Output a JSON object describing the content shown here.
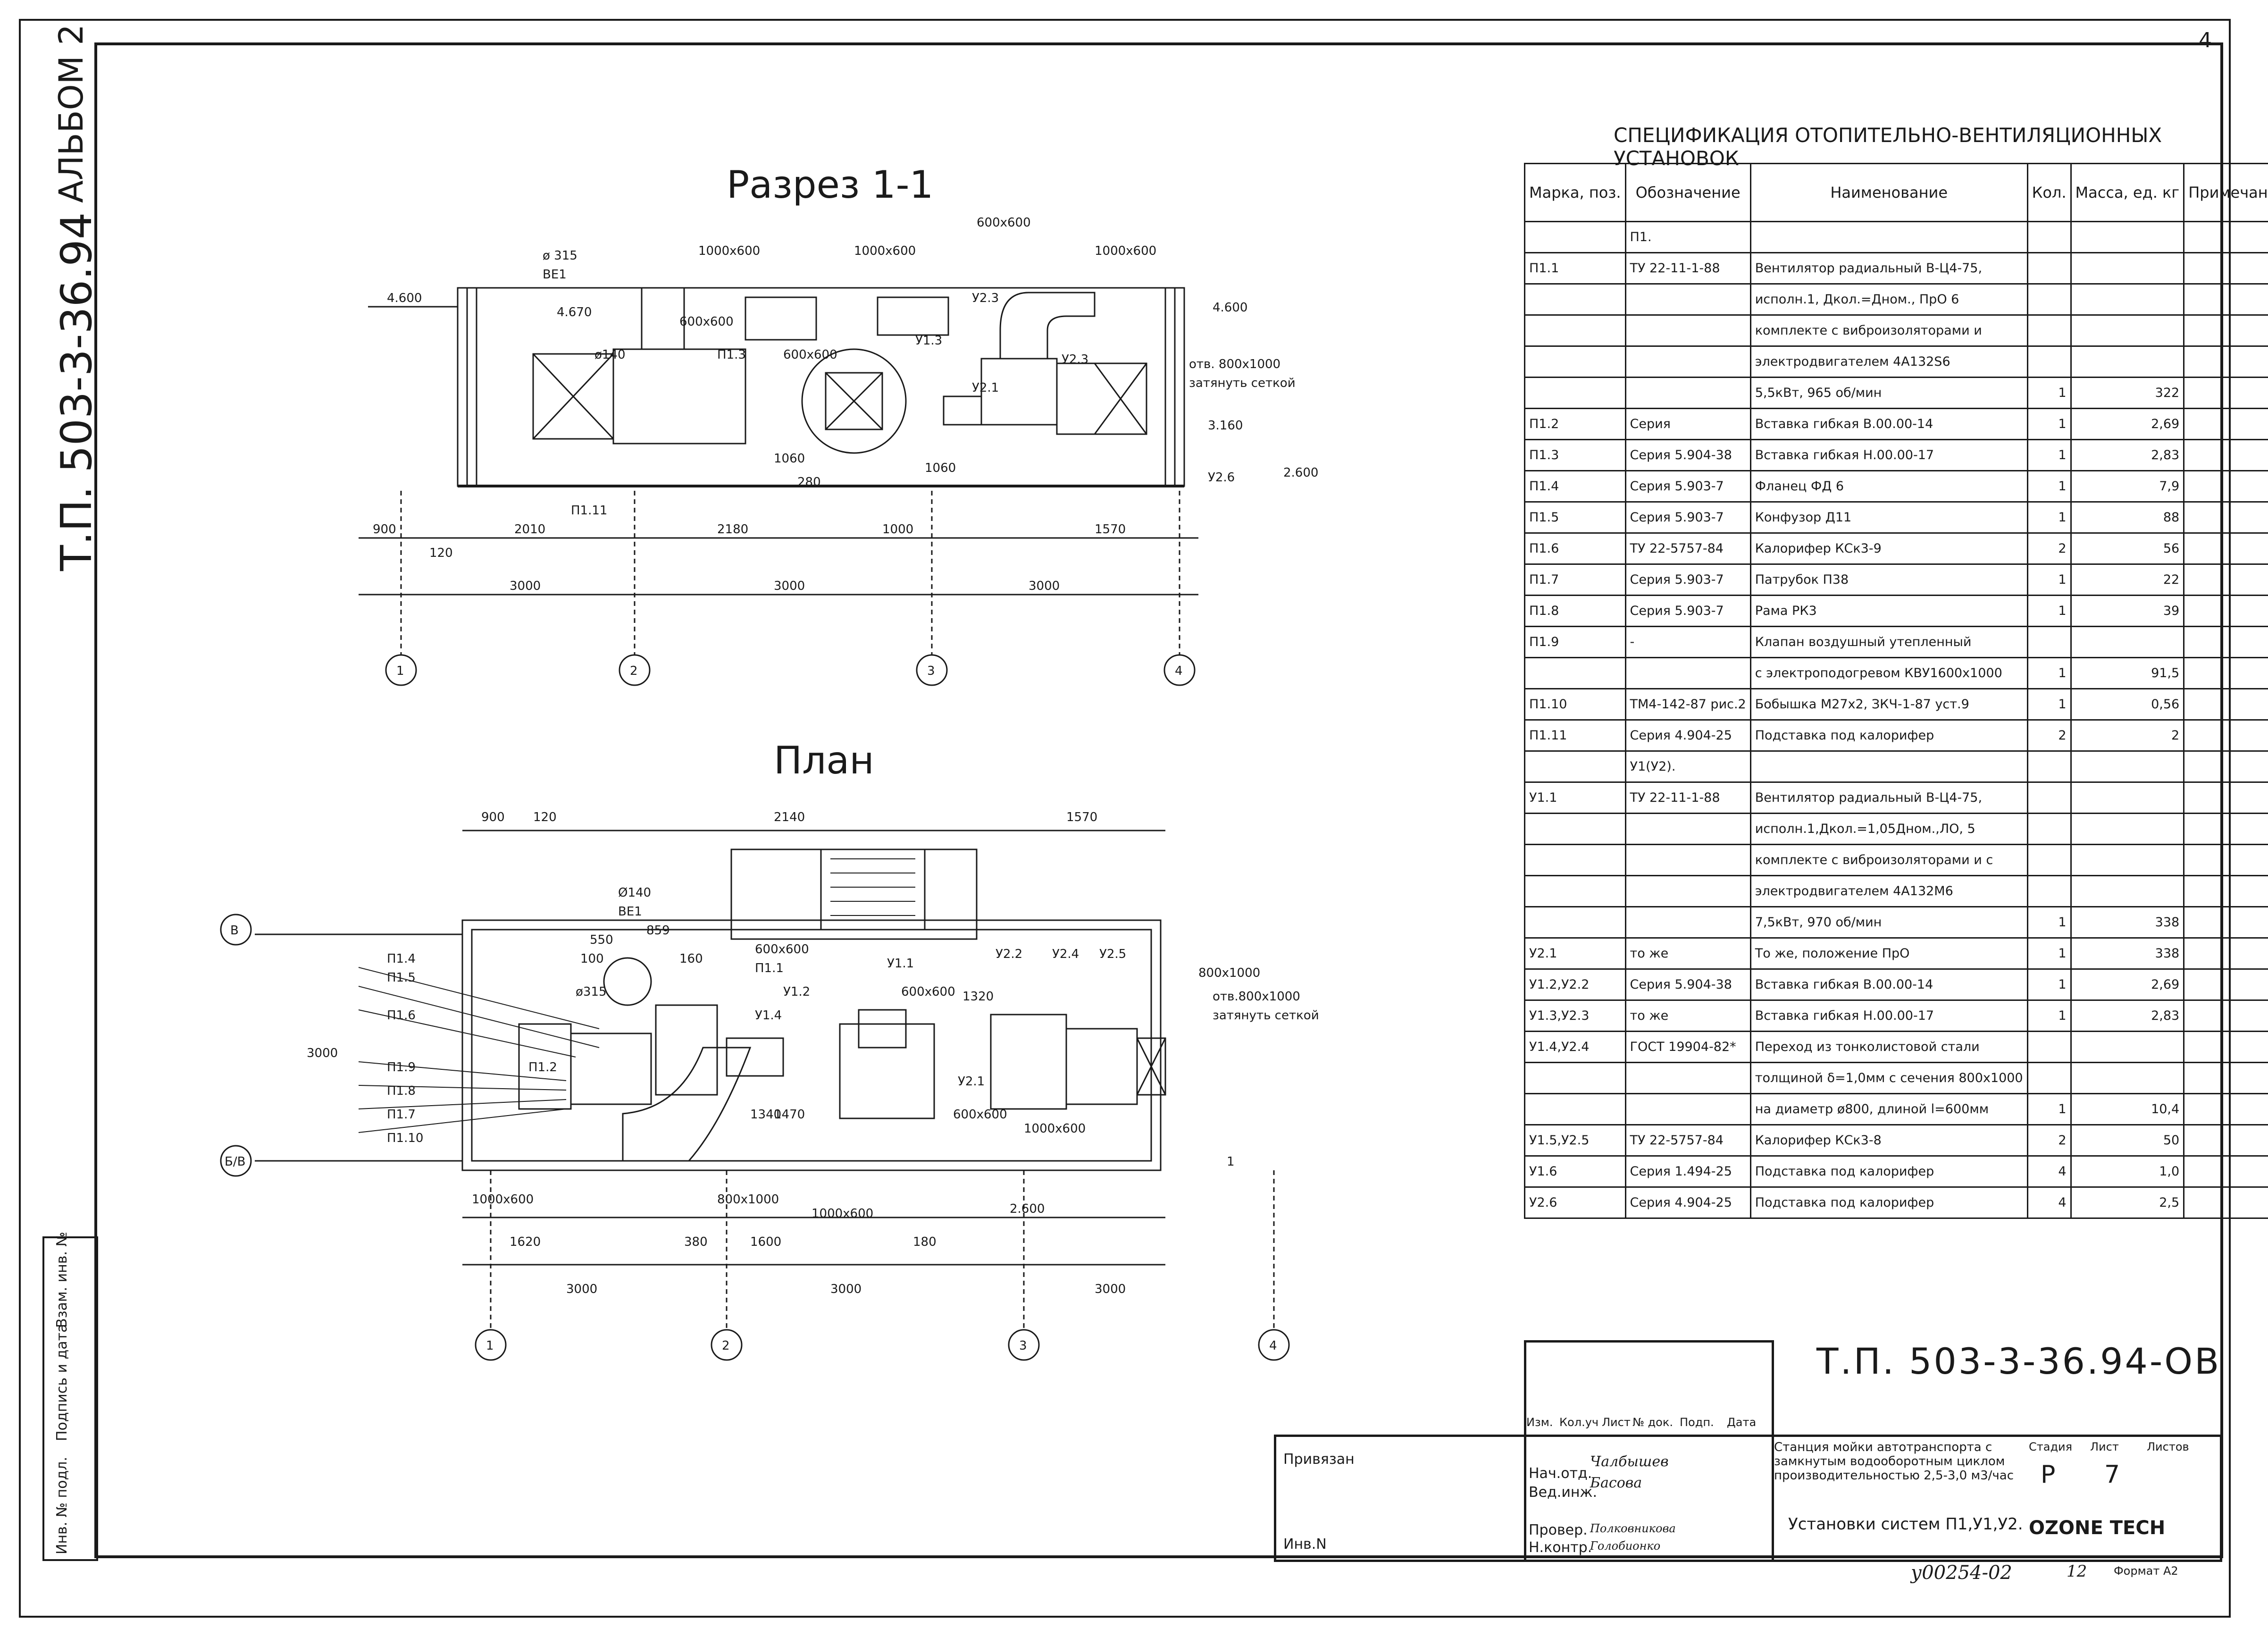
{
  "sheet_corner": "4",
  "album": "АЛЬБОМ 2",
  "side_code": "Т.П. 503-3-36.94",
  "side_box": [
    "Инв. № подл.",
    "Подпись и дата",
    "Взам. инв. №"
  ],
  "section": {
    "title": "Разрез 1-1",
    "labels": [
      "ø 315",
      "ВЕ1",
      "1000х600",
      "600х600",
      "1000х600",
      "1000х600",
      "4.670",
      "4.600",
      "600х600",
      "ø140",
      "П1.3",
      "600х600",
      "У1.3",
      "У2.3",
      "У2.3",
      "4.600",
      "отв. 800х1000",
      "затянуть сеткой",
      "У2.1",
      "3.160",
      "У2.6",
      "2.600",
      "П1.11",
      "1060",
      "1060",
      "280"
    ],
    "dims_top": [
      "900",
      "120",
      "2010",
      "2180",
      "1000",
      "1570"
    ],
    "dims_bottom": [
      "3000",
      "3000",
      "3000"
    ],
    "axes": [
      "1",
      "2",
      "3",
      "4"
    ]
  },
  "plan": {
    "title": "План",
    "labels": [
      "900",
      "120",
      "2140",
      "1570",
      "Ø140",
      "ВЕ1",
      "859",
      "П1.4",
      "П1.5",
      "П1.6",
      "П1.9",
      "П1.8",
      "П1.7",
      "П1.10",
      "ø315",
      "600х600",
      "П1.1",
      "У1.2",
      "У1.4",
      "У1.1",
      "600х600",
      "1320",
      "У2.2",
      "У2.4",
      "У2.5",
      "800х1000",
      "отв.800х1000",
      "затянуть сеткой",
      "П1.2",
      "1340",
      "1470",
      "У2.1",
      "600х600",
      "1000х600",
      "1000х600",
      "800х1000",
      "1000х600",
      "2.600",
      "3000",
      "550",
      "100",
      "160"
    ],
    "dims_bottom_top": [
      "1620",
      "380",
      "1600",
      "180"
    ],
    "dims_bottom": [
      "3000",
      "3000",
      "3000"
    ],
    "axes": [
      "1",
      "2",
      "3",
      "4"
    ],
    "row_axes": [
      "В",
      "Б/В"
    ],
    "cut_mark": "1"
  },
  "spec": {
    "title": "СПЕЦИФИКАЦИЯ ОТОПИТЕЛЬНО-ВЕНТИЛЯЦИОННЫХ УСТАНОВОК",
    "headers": [
      "Марка, поз.",
      "Обозначение",
      "Наименование",
      "Кол.",
      "Масса, ед. кг",
      "Примечание"
    ],
    "rows": [
      [
        "",
        "П1.",
        "",
        "",
        "",
        ""
      ],
      [
        "П1.1",
        "ТУ 22-11-1-88",
        "Вентилятор радиальный В-Ц4-75,",
        "",
        "",
        ""
      ],
      [
        "",
        "",
        "исполн.1, Дкол.=Дном., ПрО 6",
        "",
        "",
        ""
      ],
      [
        "",
        "",
        "комплекте с виброизоляторами и",
        "",
        "",
        ""
      ],
      [
        "",
        "",
        "электродвигателем 4А132S6",
        "",
        "",
        ""
      ],
      [
        "",
        "",
        "5,5кВт, 965 об/мин",
        "1",
        "322",
        ""
      ],
      [
        "П1.2",
        "Серия",
        "Вставка гибкая В.00.00-14",
        "1",
        "2,69",
        ""
      ],
      [
        "П1.3",
        "Серия 5.904-38",
        "Вставка гибкая Н.00.00-17",
        "1",
        "2,83",
        ""
      ],
      [
        "П1.4",
        "Серия 5.903-7",
        "Фланец ФД 6",
        "1",
        "7,9",
        ""
      ],
      [
        "П1.5",
        "Серия 5.903-7",
        "Конфузор Д11",
        "1",
        "88",
        ""
      ],
      [
        "П1.6",
        "ТУ 22-5757-84",
        "Калорифер КСк3-9",
        "2",
        "56",
        ""
      ],
      [
        "П1.7",
        "Серия 5.903-7",
        "Патрубок П38",
        "1",
        "22",
        ""
      ],
      [
        "П1.8",
        "Серия 5.903-7",
        "Рама РК3",
        "1",
        "39",
        ""
      ],
      [
        "П1.9",
        "-",
        "Клапан воздушный утепленный",
        "",
        "",
        ""
      ],
      [
        "",
        "",
        "с электроподогревом КВУ1600х1000",
        "1",
        "91,5",
        ""
      ],
      [
        "П1.10",
        "ТМ4-142-87 рис.2",
        "Бобышка М27х2, ЗКЧ-1-87 уст.9",
        "1",
        "0,56",
        ""
      ],
      [
        "П1.11",
        "Серия 4.904-25",
        "Подставка под калорифер",
        "2",
        "2",
        ""
      ],
      [
        "",
        "У1(У2).",
        "",
        "",
        "",
        ""
      ],
      [
        "У1.1",
        "ТУ 22-11-1-88",
        "Вентилятор радиальный В-Ц4-75,",
        "",
        "",
        ""
      ],
      [
        "",
        "",
        "исполн.1,Дкол.=1,05Дном.,ЛО, 5",
        "",
        "",
        ""
      ],
      [
        "",
        "",
        "комплекте с виброизоляторами и с",
        "",
        "",
        ""
      ],
      [
        "",
        "",
        "электродвигателем 4А132М6",
        "",
        "",
        ""
      ],
      [
        "",
        "",
        "7,5кВт, 970 об/мин",
        "1",
        "338",
        ""
      ],
      [
        "У2.1",
        "то же",
        "То же, положение ПрО",
        "1",
        "338",
        ""
      ],
      [
        "У1.2,У2.2",
        "Серия 5.904-38",
        "Вставка гибкая В.00.00-14",
        "1",
        "2,69",
        ""
      ],
      [
        "У1.3,У2.3",
        "то же",
        "Вставка гибкая Н.00.00-17",
        "1",
        "2,83",
        ""
      ],
      [
        "У1.4,У2.4",
        "ГОСТ 19904-82*",
        "Переход из тонколистовой стали",
        "",
        "",
        ""
      ],
      [
        "",
        "",
        "толщиной δ=1,0мм с сечения 800х1000",
        "",
        "",
        ""
      ],
      [
        "",
        "",
        "на диаметр ø800, длиной l=600мм",
        "1",
        "10,4",
        ""
      ],
      [
        "У1.5,У2.5",
        "ТУ 22-5757-84",
        "Калорифер КСк3-8",
        "2",
        "50",
        ""
      ],
      [
        "У1.6",
        "Серия 1.494-25",
        "Подставка под калорифер",
        "4",
        "1,0",
        ""
      ],
      [
        "У2.6",
        "Серия 4.904-25",
        "Подставка под калорифер",
        "4",
        "2,5",
        ""
      ]
    ]
  },
  "title_block": {
    "doc_number": "Т.П. 503-3-36.94-ОВ",
    "col_headers": [
      "Изм.",
      "Кол.уч",
      "Лист",
      "№ док.",
      "Подп.",
      "Дата"
    ],
    "privyazan": "Привязан",
    "inv": "Инв.N",
    "roles": [
      {
        "role": "Нач.отд.",
        "name": "Чалбышев"
      },
      {
        "role": "Вед.инж.",
        "name": "Басова"
      },
      {
        "role": "Провер.",
        "name": "Полковникова"
      },
      {
        "role": "Н.контр.",
        "name": "Голобионко"
      }
    ],
    "project_name": "Станция мойки автотранспорта с замкнутым водооборотным циклом производительностью 2,5-3,0 м3/час",
    "sheet_title": "Установки систем П1,У1,У2.",
    "stage_label": "Стадия",
    "sheet_label": "Лист",
    "sheets_label": "Листов",
    "stage": "Р",
    "sheet": "7",
    "org": "OZONE TECH",
    "footer_code": "у00254-02",
    "footer_page": "12",
    "format": "Формат А2"
  }
}
